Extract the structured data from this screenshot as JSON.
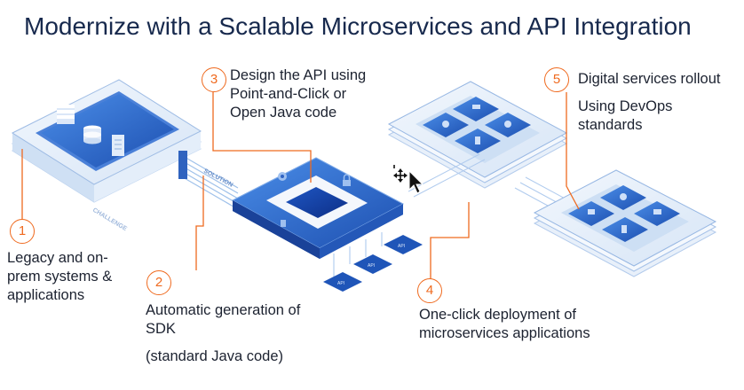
{
  "title": "Modernize with a Scalable Microservices and API Integration",
  "tags": {
    "challenge": "CHALLENGE",
    "solution": "SOLUTION",
    "api": "API"
  },
  "steps": [
    {
      "number": "1",
      "lines": [
        "Legacy and on-",
        "prem systems &",
        "applications"
      ]
    },
    {
      "number": "2",
      "lines": [
        "Automatic generation of",
        "SDK"
      ],
      "sub": "(standard Java code)"
    },
    {
      "number": "3",
      "lines": [
        "Design the API using",
        "Point-and-Click or",
        "Open Java code"
      ]
    },
    {
      "number": "4",
      "lines": [
        "One-click deployment of",
        "microservices applications"
      ]
    },
    {
      "number": "5",
      "lines": [
        "Digital services rollout"
      ],
      "sub_lines": [
        "Using DevOps",
        "standards"
      ]
    }
  ],
  "colors": {
    "title": "#17294d",
    "accent_orange": "#ef6a1f",
    "blue_dark": "#1f4fa8",
    "blue_mid": "#3b78d6",
    "blue_light": "#dfeaf8"
  }
}
